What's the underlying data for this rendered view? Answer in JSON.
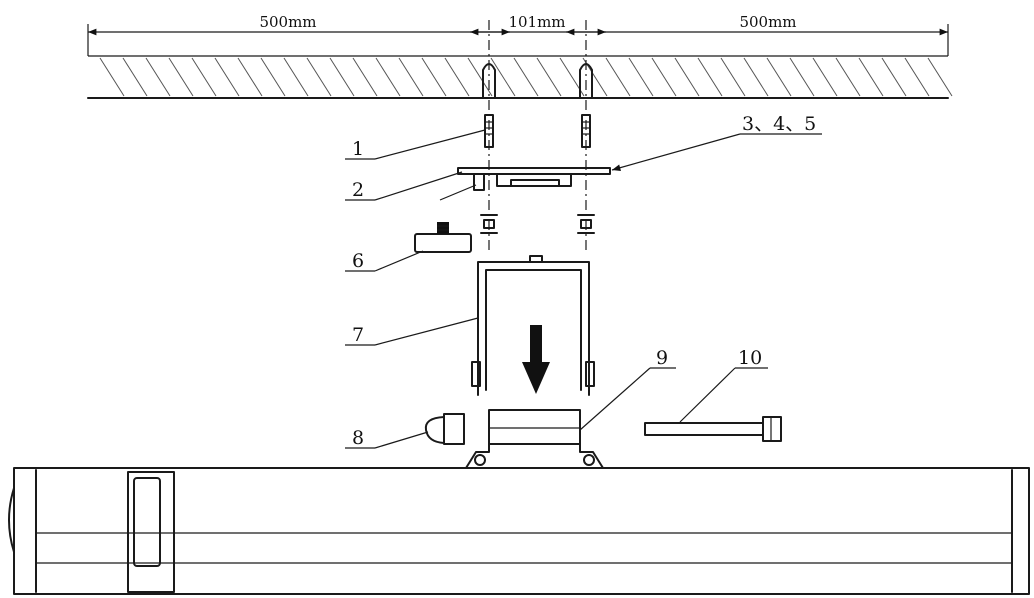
{
  "dimensions": {
    "left": "500mm",
    "middle": "101mm",
    "right": "500mm"
  },
  "callouts": {
    "c1": "1",
    "c2": "2",
    "c345": "3、4、5",
    "c6": "6",
    "c7": "7",
    "c8": "8",
    "c9": "9",
    "c10": "10"
  }
}
